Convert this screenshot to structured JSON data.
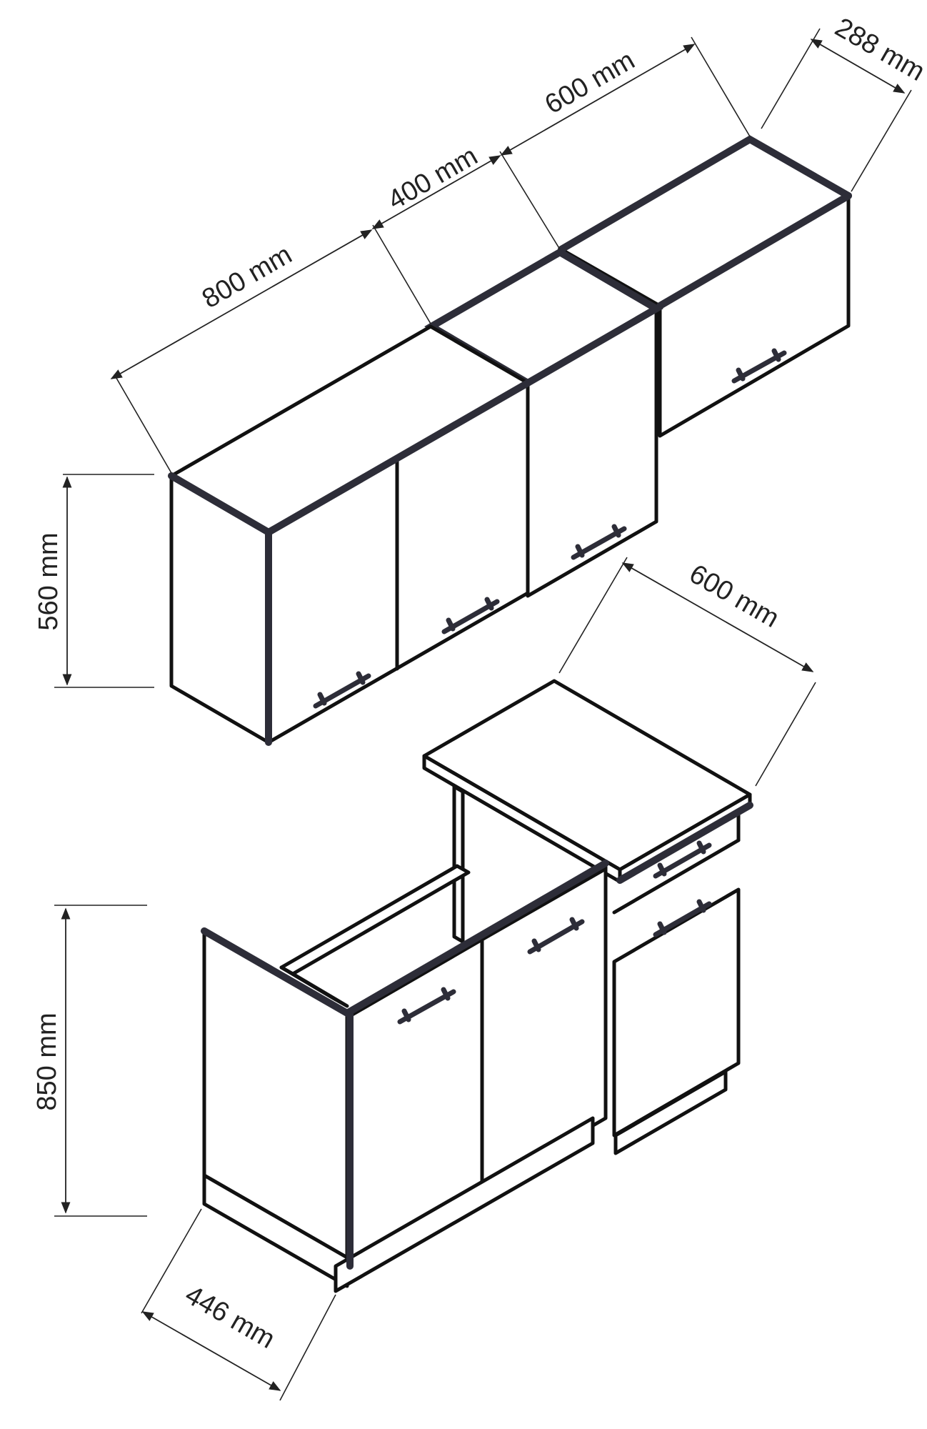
{
  "dimensions": {
    "upper_width_1": "800 mm",
    "upper_width_2": "400 mm",
    "upper_width_3": "600 mm",
    "upper_depth": "288 mm",
    "upper_height": "560 mm",
    "lower_width_right": "600 mm",
    "lower_height": "850 mm",
    "lower_depth": "446 mm"
  },
  "colors": {
    "outline": "#111111",
    "edge_band": "#2d2d38",
    "handle": "#2d2d38",
    "background": "#ffffff"
  }
}
